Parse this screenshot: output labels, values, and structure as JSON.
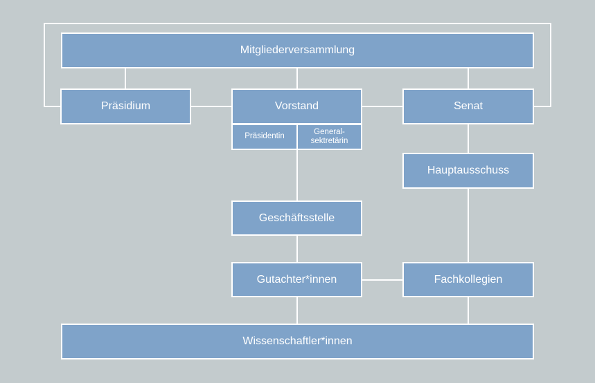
{
  "nodes": {
    "mitgliederversammlung": "Mitgliederversammlung",
    "praesidium": "Präsidium",
    "vorstand": "Vorstand",
    "senat": "Senat",
    "praesidentin": "Präsidentin",
    "generalsekretaerin": "General-\nsektretärin",
    "hauptausschuss": "Hauptausschuss",
    "geschaeftsstelle": "Geschäftsstelle",
    "gutachter": "Gutachter*innen",
    "fachkollegien": "Fachkollegien",
    "wissenschaftler": "Wissenschaftler*innen"
  },
  "colors": {
    "background": "#c3cbcd",
    "box_fill": "#7fa3c9",
    "lines": "#ffffff",
    "text": "#ffffff"
  }
}
